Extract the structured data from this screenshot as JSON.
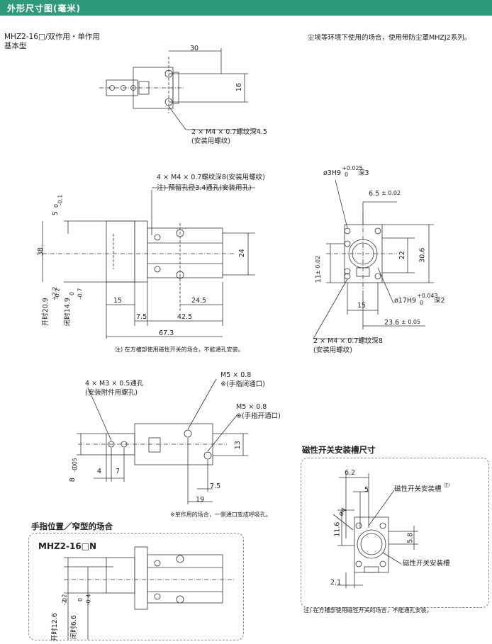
{
  "header": {
    "title": "外形尺寸图(毫米)"
  },
  "model_title": "MHZ2-16□/双作用・单作用",
  "subtitle": "基本型",
  "dust_note": "尘埃等环境下使用的场合，使用带防尘罩MHZJ2系列。",
  "top_view": {
    "dim_30": "30",
    "dim_16": "16",
    "thread_note": "2 × M4 × 0.7螺纹深4.5",
    "thread_note_sub": "(安装用螺纹)"
  },
  "side_view": {
    "thread_note": "4 × M4 × 0.7螺纹深8(安装用螺纹)",
    "hole_note": "注) 预留孔径3.4通孔(安装用孔)",
    "dim_38": "38",
    "dim_24": "24",
    "dim_5": "5",
    "dim_5_tol_upper": "0",
    "dim_5_tol_lower": "-0.1",
    "open_label": "开时20.9",
    "open_tol_upper": "+2.2",
    "open_tol_lower": "-0.2",
    "closed_label": "闭时14.9",
    "closed_tol_upper": "0",
    "closed_tol_lower": "-0.7",
    "dim_15": "15",
    "dim_24_5": "24.5",
    "dim_7_5": "7.5",
    "dim_42_5": "42.5",
    "dim_67_3": "67.3",
    "note": "注) 在方槽部使用磁性开关的场合，不能通孔安装。"
  },
  "end_view": {
    "bore_note": "ø3H9",
    "bore_tol_upper": "+0.025",
    "bore_tol_lower": "0",
    "bore_depth": "深3",
    "dim_6_5": "6.5",
    "dim_6_5_tol": "± 0.02",
    "dim_22": "22",
    "dim_30_6": "30.6",
    "dim_11": "11",
    "dim_11_tol": "± 0.02",
    "dim_15": "15",
    "bore2_note": "ø17H9",
    "bore2_tol_upper": "+0.043",
    "bore2_tol_lower": "0",
    "bore2_depth": "深2",
    "dim_23_6": "23.6",
    "dim_23_6_tol": "± 0.05",
    "thread_note": "2 × M4 × 0.7螺纹深8",
    "thread_note_sub": "(安装用螺纹)"
  },
  "bottom_view": {
    "hole_note": "4 × M3 × 0.5通孔",
    "hole_note_sub": "(安装附件用螺孔)",
    "port1": "M5 × 0.8",
    "port1_sub": "※(手指闭通口)",
    "port2": "M5 × 0.8",
    "port2_sub": "※(手指开通口)",
    "dim_13": "13",
    "dim_8": "8",
    "dim_8_tol_upper": "0",
    "dim_8_tol_lower": "-0.05",
    "dim_4": "4",
    "dim_7": "7",
    "dim_7_5": "7.5",
    "dim_19": "19",
    "note": "※单作用的场合，一侧通口变成呼吸孔。"
  },
  "narrow_section": {
    "title": "手指位置／窄型的场合",
    "model": "MHZ2-16□N",
    "open_label": "开时12.6",
    "open_tol_upper": "-2.2",
    "open_tol_lower": "0",
    "closed_label": "闭时6.6",
    "closed_tol_upper": "0",
    "closed_tol_lower": "-0.4"
  },
  "magnet_section": {
    "title": "磁性开关安装槽尺寸",
    "dim_6_2": "6.2",
    "dim_5": "5",
    "dim_phi4": "ø4",
    "dim_11_6": "11.6",
    "dim_5_8": "5.8",
    "dim_2_1": "2.1",
    "slot_label_1": "磁性开关安装槽",
    "slot_label_1_note": "注)",
    "slot_label_2": "磁性开关安装槽",
    "note": "注) 在方槽部使用磁性开关的场合，不能通孔安装。"
  }
}
